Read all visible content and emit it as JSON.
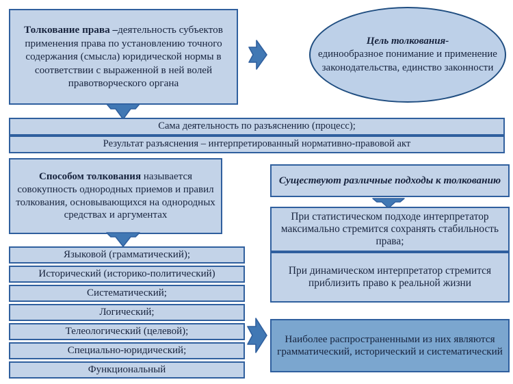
{
  "diagram": {
    "title_box": {
      "lead": "Толкование права –",
      "rest": "деятельность субъектов применения права по установлению точного содержания (смысла) юридической нормы в соответствии с выраженной в ней волей правотворческого органа"
    },
    "goal_ellipse": {
      "header": "Цель толкования-",
      "body": "единообразное понимание и применение законодательства, единство законности"
    },
    "process_bars": [
      "Сама деятельность по разъяснению (процесс);",
      "Результат разъяснения – интерпретированный нормативно-правовой акт"
    ],
    "method_box": {
      "lead": "Способом толкования",
      "rest": " называется совокупность однородных приемов и правил толкования, основывающихся на однородных средствах и аргументах"
    },
    "methods_list": [
      "Языковой (грамматический);",
      "Исторический (историко-политический)",
      "Систематический;",
      "Логический;",
      "Телеологический (целевой);",
      "Специально-юридический;",
      "Функциональный"
    ],
    "approaches_header": "Существуют различные подходы к толкованию",
    "approach_static": "При статистическом подходе интерпретатор максимально стремится сохранять стабильность права;",
    "approach_dynamic": "При динамическом интерпретатор стремится приблизить право к реальной жизни",
    "most_common": "Наиболее распространенными из них являются грамматический, исторический и систематический",
    "colors": {
      "fill_light": "#c3d3e8",
      "fill_ellipse": "#bdd0e8",
      "fill_dark": "#7ba6cf",
      "border": "#2f5f9e",
      "arrow_fill": "#4178b4",
      "arrow_stroke": "#2f5f9e",
      "text": "#17233d"
    }
  }
}
